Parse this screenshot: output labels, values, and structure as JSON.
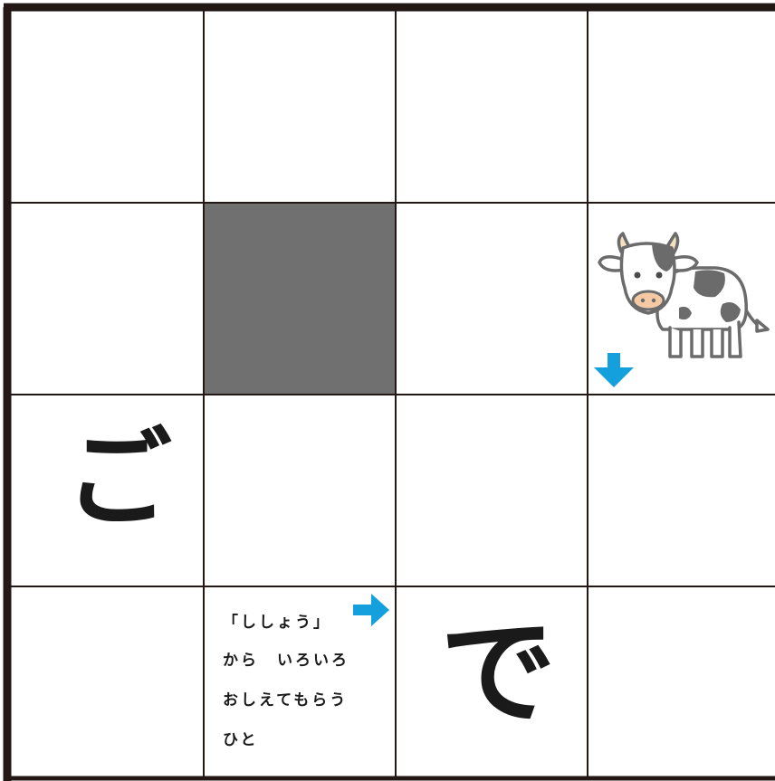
{
  "puzzle": {
    "grid": {
      "rows": 4,
      "cols": 4,
      "blocked_cells": [
        [
          1,
          1
        ]
      ]
    },
    "filled_cells": [
      {
        "row": 2,
        "col": 0,
        "kana": "ご"
      },
      {
        "row": 3,
        "col": 2,
        "kana": "で"
      }
    ],
    "clue": {
      "lines": [
        "「ししょう」",
        "から　いろいろ",
        "おしえてもらう",
        "ひと"
      ],
      "arrow_direction": "right"
    },
    "picture_clue": {
      "icon": "cow-icon",
      "arrow_direction": "down"
    },
    "colors": {
      "grid_line": "#231815",
      "blocked_cell": "#707070",
      "arrow": "#13a0dc"
    }
  }
}
